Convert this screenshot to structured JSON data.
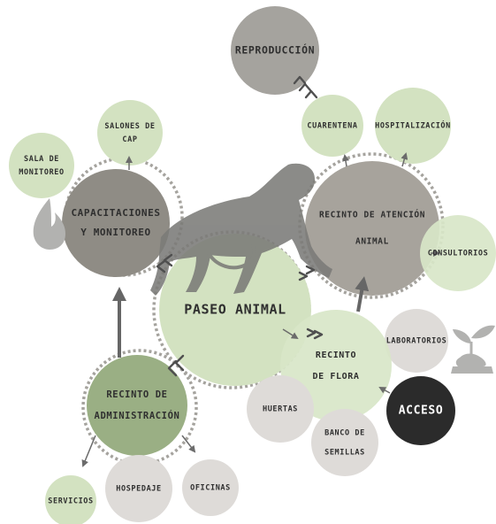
{
  "colors": {
    "dark_gray": "#8f8c85",
    "mid_gray": "#a5a39e",
    "taupe": "#a7a39c",
    "light_gray": "#dedbd8",
    "light_green": "#d3e2c1",
    "pale_green": "#d8e6c8",
    "olive_green": "#9aaf84",
    "black": "#2b2b2b",
    "text": "#2f2f2f",
    "monkey": "#7b7b78",
    "icon": "#b2b2b0"
  },
  "nodes": {
    "reproduccion": {
      "lines": [
        "REPRODUCCIÓN"
      ]
    },
    "salones": {
      "lines": [
        "SALONES DE",
        "CAP"
      ]
    },
    "sala": {
      "lines": [
        "SALA  DE",
        "MONITOREO"
      ]
    },
    "capacitaciones": {
      "lines": [
        "CAPACITACIONES",
        "Y MONITOREO"
      ]
    },
    "cuarentena": {
      "lines": [
        "CUARENTENA"
      ]
    },
    "hospitalizacion": {
      "lines": [
        "HOSPITALIZACIÓN"
      ]
    },
    "recinto_atencion": {
      "lines": [
        "RECINTO DE ATENCIÓN",
        "ANIMAL"
      ]
    },
    "consultorios": {
      "lines": [
        "CONSULTORIOS"
      ]
    },
    "paseo": {
      "lines": [
        "PASEO ANIMAL"
      ]
    },
    "laboratorios": {
      "lines": [
        "LABORATORIOS"
      ]
    },
    "recinto_flora": {
      "lines": [
        "RECINTO",
        "DE FLORA"
      ]
    },
    "huertas": {
      "lines": [
        "HUERTAS"
      ]
    },
    "acceso": {
      "lines": [
        "ACCESO"
      ]
    },
    "banco": {
      "lines": [
        "BANCO DE",
        "SEMILLAS"
      ]
    },
    "recinto_admin": {
      "lines": [
        "RECINTO DE",
        "ADMINISTRACIÓN"
      ]
    },
    "servicios": {
      "lines": [
        "SERVICIOS"
      ]
    },
    "hospedaje": {
      "lines": [
        "HOSPEDAJE"
      ]
    },
    "oficinas": {
      "lines": [
        "OFICINAS"
      ]
    }
  },
  "icons": [
    "monkey-icon",
    "fire-icon",
    "plant-icon"
  ]
}
